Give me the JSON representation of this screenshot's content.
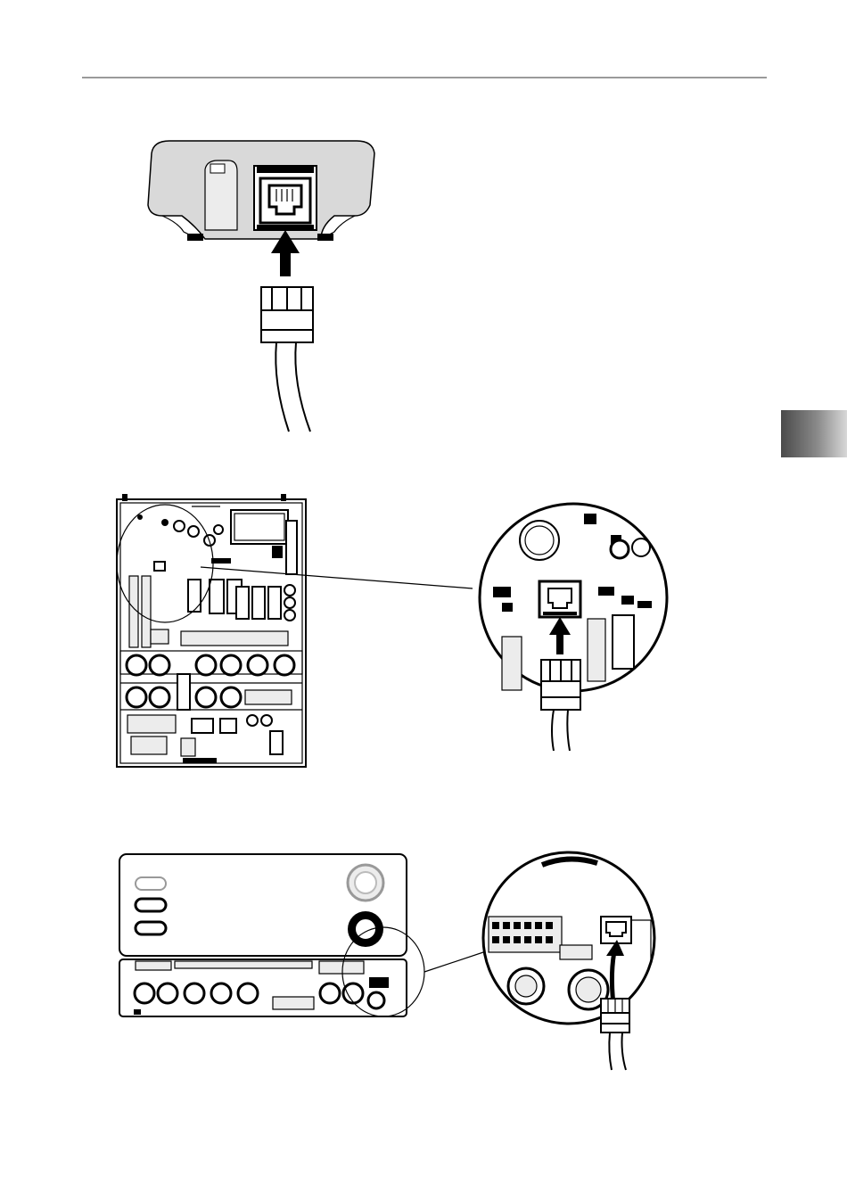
{
  "page": {
    "header_rule": true,
    "section_tab": {
      "color_dark": "#4a4a4a",
      "color_light": "#d8d8d8"
    }
  },
  "figures": [
    {
      "id": "fig-keypad-back",
      "icons": [
        "keypad-housing-icon",
        "rj-socket-icon",
        "arrow-up-icon",
        "rj-plug-icon",
        "cable-icon"
      ]
    },
    {
      "id": "fig-control-board",
      "icons": [
        "circuit-board-icon",
        "magnifier-circle-icon",
        "rj-socket-icon",
        "arrow-up-icon",
        "rj-plug-icon"
      ]
    },
    {
      "id": "fig-compact-unit",
      "icons": [
        "control-panel-icon",
        "terminal-block-icon",
        "magnifier-circle-icon",
        "rj-socket-icon",
        "arrow-up-icon",
        "rj-plug-icon"
      ]
    }
  ]
}
